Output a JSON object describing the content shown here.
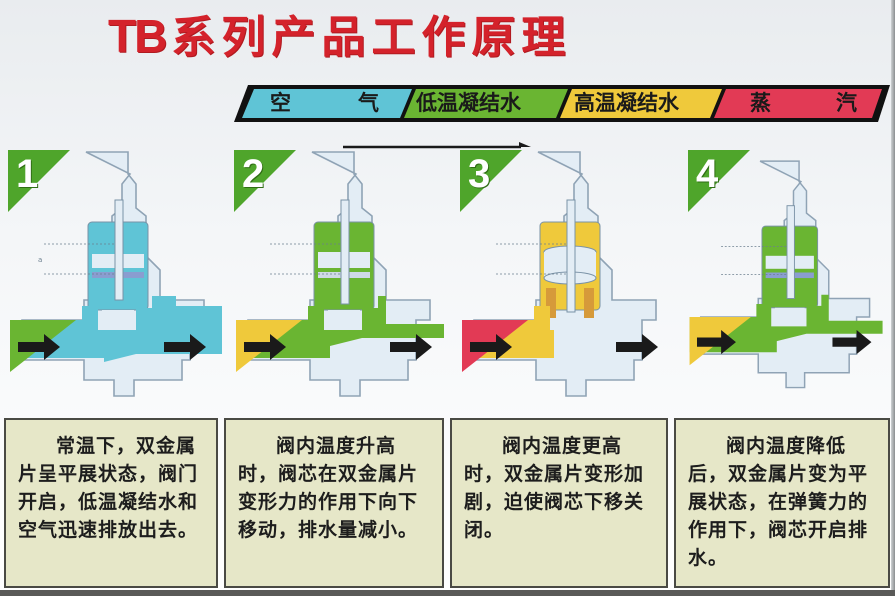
{
  "title": {
    "prefix": "TB",
    "text": "系列产品工作原理"
  },
  "legend": {
    "items": [
      {
        "label_a": "空",
        "label_b": "气",
        "color": "#5fc4d6"
      },
      {
        "label": "低温凝结水",
        "color": "#6ab532"
      },
      {
        "label": "高温凝结水",
        "color": "#efc93b"
      },
      {
        "label_a": "蒸",
        "label_b": "汽",
        "color": "#e23a55"
      }
    ]
  },
  "colors": {
    "title_red": "#d4222b",
    "air": "#5fc4d6",
    "low_temp_condensate": "#6ab532",
    "high_temp_condensate": "#efc93b",
    "steam": "#e23a55",
    "badge_green": "#4fa52b",
    "body_outline": "#8fa3b5",
    "body_fill": "#e3edf5",
    "text_box_bg": "#e6e7c8"
  },
  "stages": [
    {
      "number": "1",
      "inlet_top_color": "#6ab532",
      "inlet_bottom_color": "#5fc4d6",
      "fill_color": "#5fc4d6",
      "valve_state": "open",
      "description": "常温下，双金属片呈平展状态，阀门开启，低温凝结水和空气迅速排放出去。"
    },
    {
      "number": "2",
      "inlet_top_color": "#efc93b",
      "inlet_bottom_color": "#6ab532",
      "fill_color": "#6ab532",
      "valve_state": "partially-closed",
      "description": "阀内温度升高时，阀芯在双金属片变形力的作用下向下移动，排水量减小。"
    },
    {
      "number": "3",
      "inlet_top_color": "#e23a55",
      "inlet_bottom_color": "#efc93b",
      "fill_color": "#efc93b",
      "valve_state": "closed",
      "description": "阀内温度更高时，双金属片变形加剧，迫使阀芯下移关闭。"
    },
    {
      "number": "4",
      "inlet_top_color": "#efc93b",
      "inlet_bottom_color": "#6ab532",
      "fill_color": "#6ab532",
      "valve_state": "open",
      "description": "阀内温度降低后，双金属片变为平展状态，在弹簧力的作用下，阀芯开启排水。"
    }
  ]
}
